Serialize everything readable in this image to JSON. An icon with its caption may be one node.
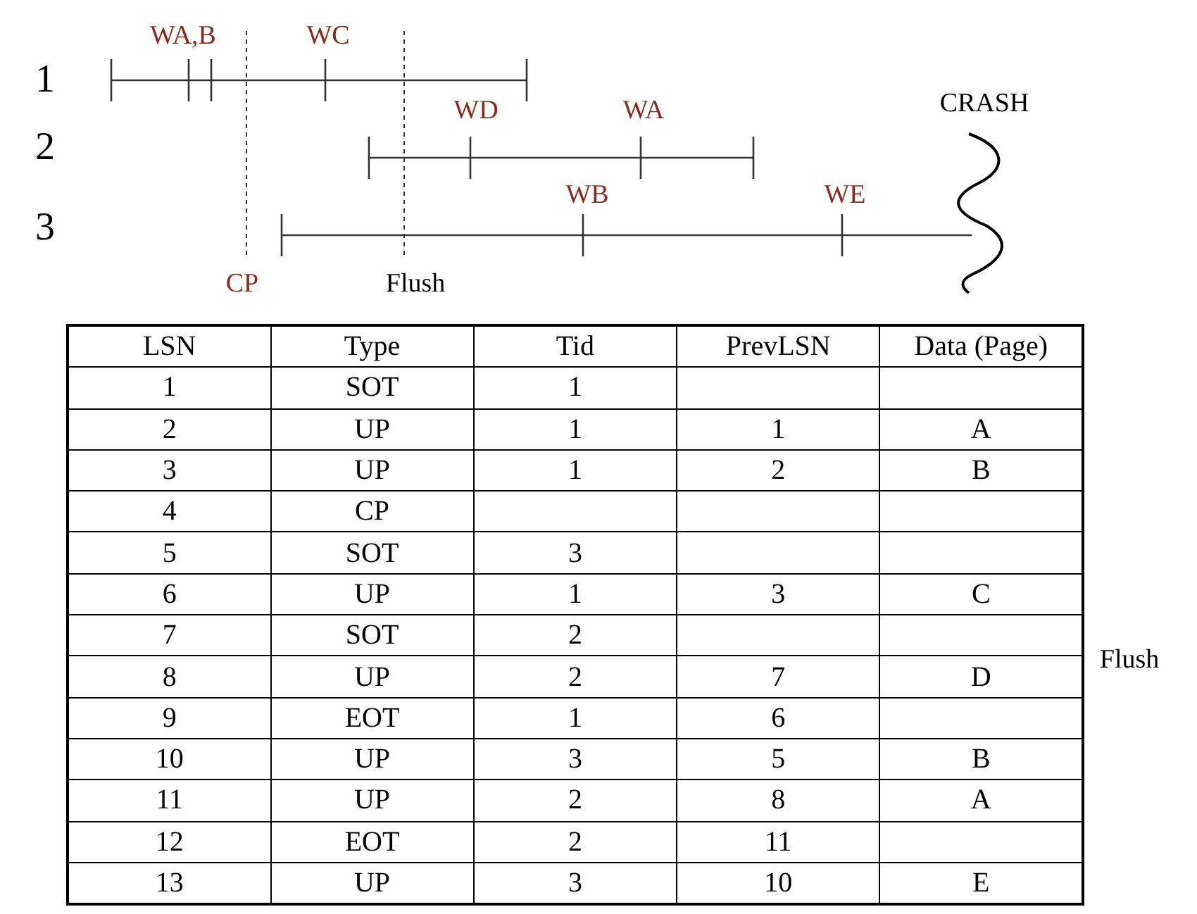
{
  "diagram": {
    "labels": [
      "WA,B",
      "WC",
      "1",
      "WD",
      "WA",
      "CRASH",
      "2",
      "WB",
      "WE",
      "3",
      "CP",
      "Flush",
      "LSN",
      "Type",
      "Tid",
      "PrevLSN",
      "Data (Page)",
      "1",
      "SOT",
      "1",
      "2",
      "UP",
      "1",
      "1",
      "A",
      "3",
      "UP",
      "1",
      "2",
      "B",
      "4",
      "CP",
      "5",
      "SOT",
      "3",
      "6",
      "UP",
      "1",
      "3",
      "C",
      "7",
      "SOT",
      "2",
      "8",
      "UP",
      "2",
      "7",
      "D",
      "9",
      "EOT",
      "1",
      "6",
      "10",
      "UP",
      "3",
      "5",
      "B",
      "11",
      "UP",
      "2",
      "8",
      "A",
      "12",
      "EOT",
      "2",
      "11",
      "13",
      "UP",
      "3",
      "10",
      "E",
      "Flush"
    ]
  }
}
